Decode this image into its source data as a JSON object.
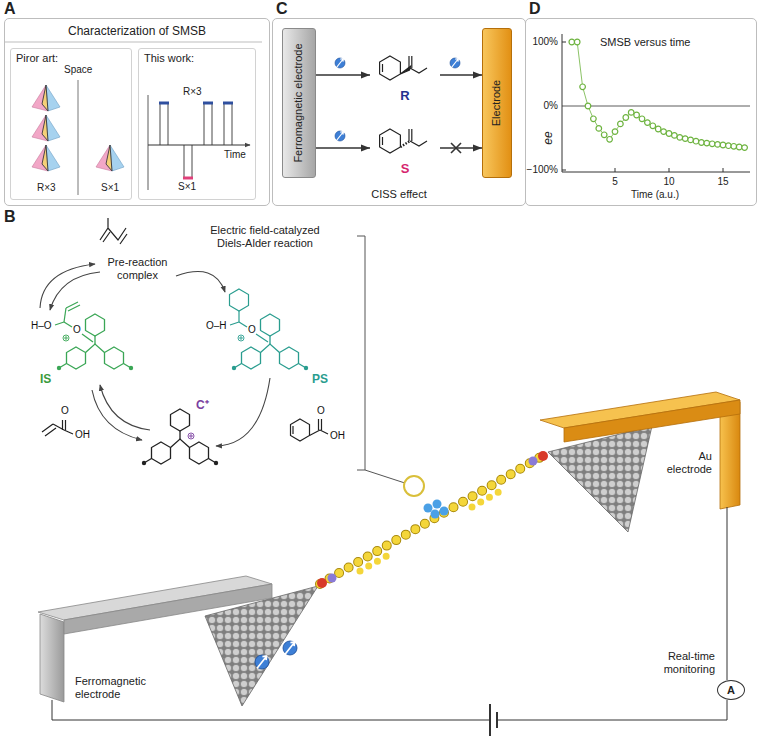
{
  "diagram": {
    "nodes": [
      {
        "text": [
          "Characterization of SMSB"
        ]
      },
      {
        "text": [
          "Piror art:"
        ],
        "in": 0
      },
      {
        "text": [
          "This work:"
        ],
        "in": 0
      },
      {
        "text": [
          "CISS effect"
        ]
      },
      {
        "text": [
          "Ferromagnetic electrode"
        ],
        "in": 3
      },
      {
        "text": [
          "R"
        ],
        "in": 3
      },
      {
        "text": [
          "S"
        ],
        "in": 3
      },
      {
        "text": [
          "Electrode"
        ],
        "in": 3
      },
      {
        "text": [
          "SMSB versus time"
        ]
      },
      {
        "text": [
          "A"
        ]
      }
    ],
    "edges": [
      {
        "from": 4,
        "to": 5,
        "arrow": "to"
      },
      {
        "from": 5,
        "to": 7,
        "arrow": "to"
      },
      {
        "from": 4,
        "to": 6,
        "arrow": "to"
      },
      {
        "from": 6,
        "to": 7,
        "arrow": "to"
      }
    ],
    "labels": [
      "A",
      "Space",
      "R×3",
      "S×1",
      "R×3",
      "S×1",
      "Time",
      "B",
      "Pre-reaction complex",
      "Electric field-catalyzed Diels-Alder reaction",
      "IS",
      "PS",
      "C⁺",
      "O",
      "H–O",
      "O",
      "O–H",
      "O",
      "OH",
      "O",
      "OH",
      "Au electrode",
      "Ferromagnetic electrode",
      "Real-time monitoring",
      "C",
      "D",
      "100%",
      "0%",
      "−100%",
      "ee",
      "5",
      "10",
      "15",
      "Time (a.u.)"
    ]
  }
}
